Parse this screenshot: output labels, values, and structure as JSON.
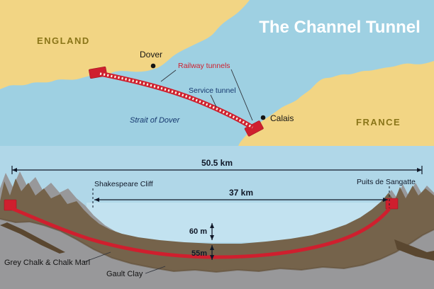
{
  "title": "The Channel Tunnel",
  "map": {
    "regions": {
      "england": "ENGLAND",
      "france": "FRANCE"
    },
    "cities": {
      "dover": "Dover",
      "calais": "Calais"
    },
    "sea_label": "Strait of Dover",
    "tunnel_labels": {
      "railway": "Railway tunnels",
      "service": "Service tunnel"
    }
  },
  "cross_section": {
    "measurements": {
      "total_length": "50.5 km",
      "undersea_length": "37 km",
      "water_depth": "60 m",
      "tunnel_depth": "55m"
    },
    "landmarks": {
      "left": "Shakespeare Cliff",
      "right": "Puits de Sangatte"
    },
    "geology": {
      "chalk": "Grey Chalk & Chalk Marl",
      "clay": "Gault Clay"
    }
  },
  "colors": {
    "map_sea": "#9ed0e2",
    "land": "#f2d584",
    "section_background": "#b0d7e8",
    "section_sea": "#c2e2f0",
    "chalk_brown": "#75634b",
    "clay_grey": "#98989a",
    "dark_brown": "#5a4730",
    "tunnel_red": "#cf1f2e",
    "region_label": "#8a7518",
    "navy_label": "#16386e",
    "measure_ink": "#101828",
    "title_white": "#ffffff"
  }
}
